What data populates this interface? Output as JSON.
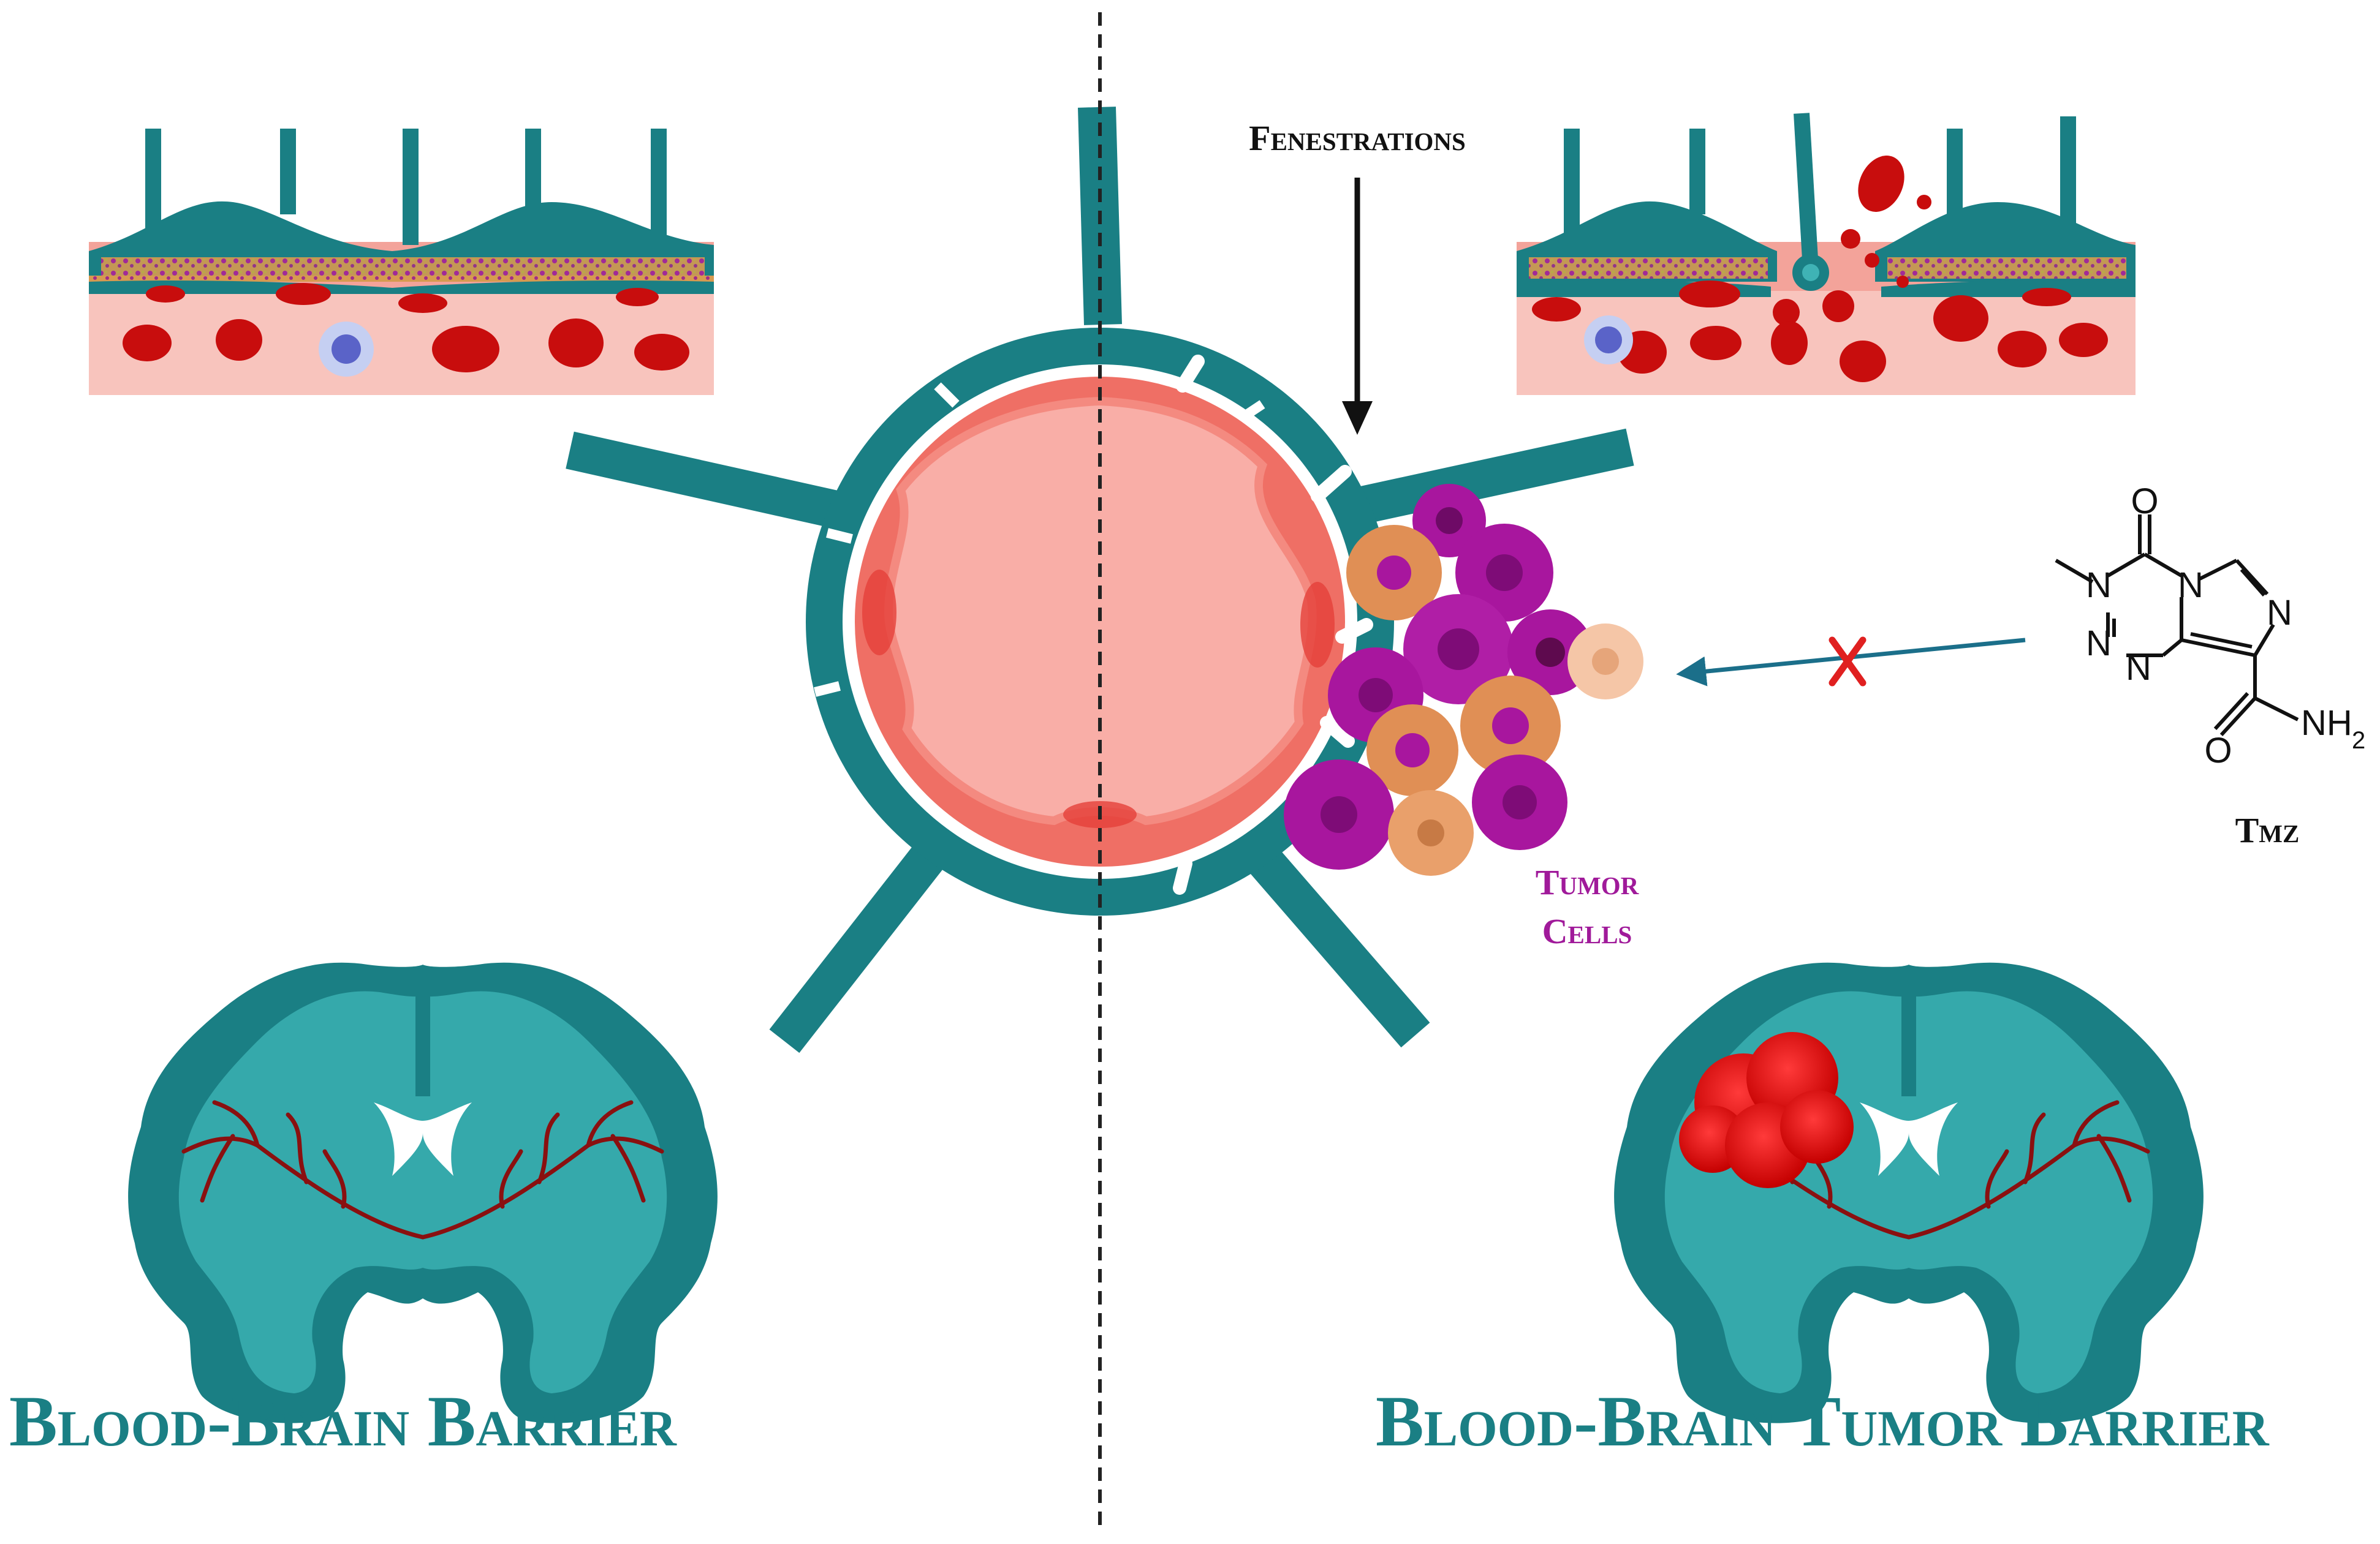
{
  "labels": {
    "fenestrations": "Fenestrations",
    "tumor_line1": "Tumor",
    "tumor_line2": "Cells",
    "drug": "Tmz",
    "left_title": "Blood-Brain Barrier",
    "right_title": "Blood-Brain Tumor Barrier"
  },
  "chem_atoms": {
    "o_top": "O",
    "n3": "N",
    "n_imid_bridge": "N",
    "n_imid_right": "N",
    "n2": "N",
    "n1": "N",
    "o_amide": "O",
    "nh2": "NH",
    "nh2_sub": "2"
  },
  "colors": {
    "teal": "#1a7f84",
    "vessel_pink": "#f7aaa4",
    "vessel_wall": "#ee6e63",
    "tumor_purple": "#a8169e",
    "tumor_orange": "#e08f55",
    "blocked_x": "#e02020",
    "arrow": "#1b6f8a"
  }
}
